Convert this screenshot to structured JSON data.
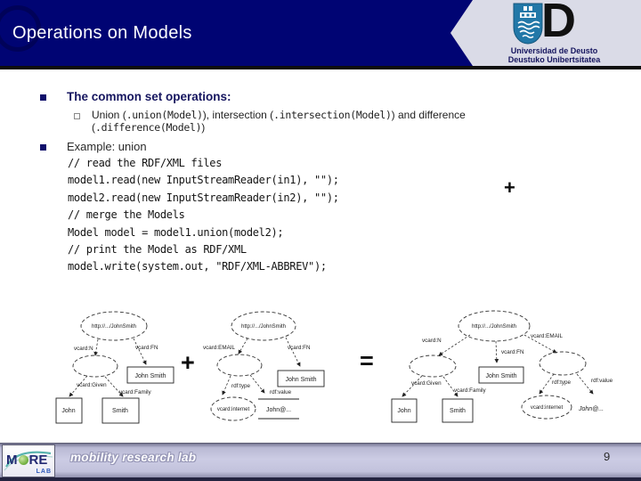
{
  "header": {
    "title": "Operations on Models",
    "university": {
      "letter_d": "D",
      "name_es": "Universidad de Deusto",
      "name_eu": "Deustuko Unibertsitatea"
    }
  },
  "content": {
    "bullet1": "The common set operations:",
    "sub_bullet_parts": [
      {
        "t": "Union (",
        "mono": false
      },
      {
        "t": ".union(Model)",
        "mono": true
      },
      {
        "t": "), intersection (",
        "mono": false
      },
      {
        "t": ".intersection(Model)",
        "mono": true
      },
      {
        "t": ") and difference",
        "mono": false
      },
      {
        "br": true
      },
      {
        "t": "(",
        "mono": false
      },
      {
        "t": ".difference(Model)",
        "mono": true
      },
      {
        "t": ")",
        "mono": false
      }
    ],
    "bullet2": "Example: union",
    "code_lines": [
      "// read the RDF/XML files",
      "model1.read(new InputStreamReader(in1), \"\");",
      "model2.read(new InputStreamReader(in2), \"\");",
      "// merge the Models",
      "Model model = model1.union(model2);",
      "// print the Model as RDF/XML",
      "model.write(system.out, \"RDF/XML-ABBREV\");"
    ],
    "operators": {
      "code_plus": "+",
      "diagram_plus": "+",
      "diagram_equals": "="
    }
  },
  "diagrams": {
    "model1": {
      "root": "http://.../JohnSmith",
      "edge_n": "vcard:N",
      "edge_fn": "vcard:FN",
      "edge_given": "vcard:Given",
      "edge_family": "vcard:Family",
      "lit_fn": "John Smith",
      "lit_given": "John",
      "lit_family": "Smith"
    },
    "model2": {
      "root": "http://.../JohnSmith",
      "edge_email": "vcard:EMAIL",
      "edge_fn": "vcard:FN",
      "edge_type": "rdf:type",
      "edge_value": "rdf:value",
      "node_type": "vcard:internet",
      "lit_fn": "John Smith",
      "lit_email": "John@..."
    },
    "union": {
      "root": "http://.../JohnSmith",
      "edge_n": "vcard:N",
      "edge_fn": "vcard:FN",
      "edge_email": "vcard:EMAIL",
      "edge_given": "vcard:Given",
      "edge_family": "vcard:Family",
      "edge_type": "rdf:type",
      "edge_value": "rdf:value",
      "node_type": "vcard:internet",
      "lit_fn": "John Smith",
      "lit_given": "John",
      "lit_family": "Smith",
      "lit_email": "John@..."
    }
  },
  "footer": {
    "logo": {
      "m": "M",
      "re": "RE",
      "lab": "LAB"
    },
    "lab_name": "mobility research lab",
    "page_number": "9"
  },
  "colors": {
    "header_navy": "#000473",
    "accent_navy": "#16165f",
    "logo_background": "#dadbe7",
    "shield_blue": "#2278a8",
    "footer_lavender": "#cccce4"
  }
}
